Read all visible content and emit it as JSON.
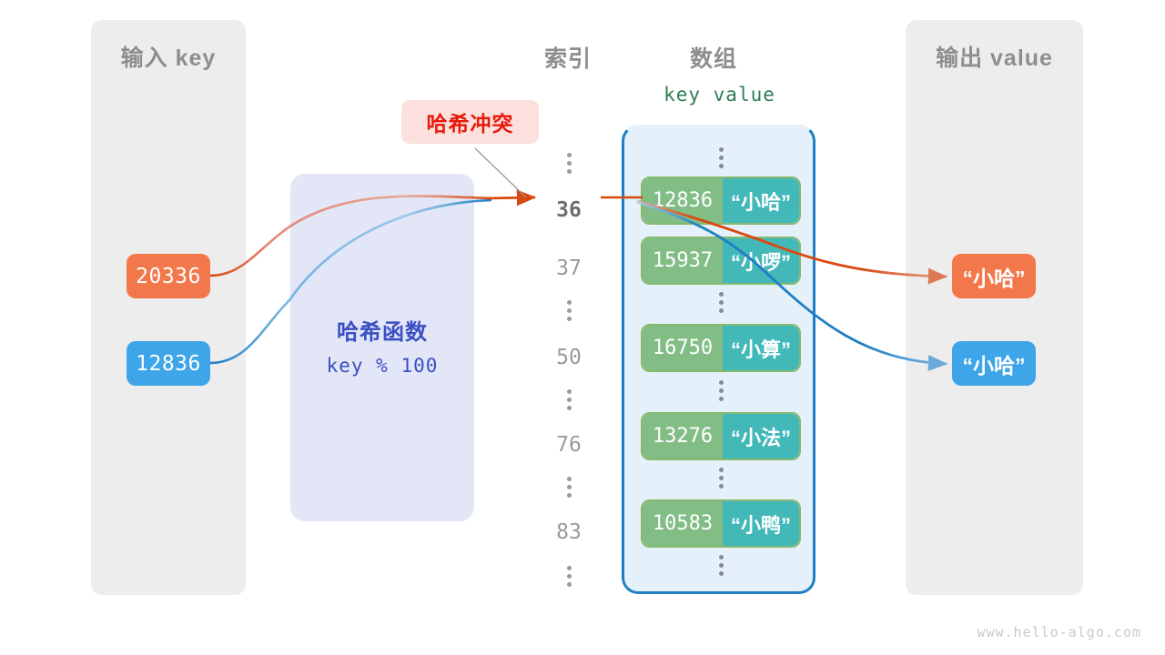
{
  "panels": {
    "input": {
      "title": "输入 key"
    },
    "output": {
      "title": "输出 value"
    }
  },
  "headings": {
    "index": "索引",
    "array": "数组",
    "kv": "key  value"
  },
  "hash_function": {
    "title": "哈希函数",
    "expression": "key % 100"
  },
  "collision": {
    "label": "哈希冲突"
  },
  "inputs": [
    {
      "key": "20336",
      "color": "#f2784b"
    },
    {
      "key": "12836",
      "color": "#3da5e8"
    }
  ],
  "outputs": [
    {
      "value": "“小哈”",
      "color": "#f2784b"
    },
    {
      "value": "“小哈”",
      "color": "#3da5e8"
    }
  ],
  "index_column": [
    {
      "type": "dots"
    },
    {
      "type": "index",
      "label": "36",
      "highlight": true
    },
    {
      "type": "index",
      "label": "37",
      "highlight": false
    },
    {
      "type": "dots"
    },
    {
      "type": "index",
      "label": "50",
      "highlight": false
    },
    {
      "type": "dots"
    },
    {
      "type": "index",
      "label": "76",
      "highlight": false
    },
    {
      "type": "dots"
    },
    {
      "type": "index",
      "label": "83",
      "highlight": false
    },
    {
      "type": "dots"
    }
  ],
  "buckets": [
    {
      "key": "12836",
      "value": "“小哈”"
    },
    {
      "key": "15937",
      "value": "“小啰”"
    },
    {
      "key": "16750",
      "value": "“小算”"
    },
    {
      "key": "13276",
      "value": "“小法”"
    },
    {
      "key": "10583",
      "value": "“小鸭”"
    }
  ],
  "colors": {
    "panel_bg": "#ededed",
    "panel_title": "#8e8e8e",
    "hash_box_bg": "#e2e6f7",
    "hash_text": "#3b4fc4",
    "array_bg": "#e4f0fa",
    "array_border": "#1f7ec4",
    "key_box": "#82bd86",
    "key_border": "#86b96f",
    "value_box": "#43b8b8",
    "kv_header": "#2e7d52",
    "collision_bg": "#fbe0dd",
    "collision_text": "#e8190c",
    "orange": "#f2784b",
    "blue": "#3da5e8",
    "arrow_orange": "#d9480f",
    "arrow_blue": "#1f7ec4"
  },
  "watermark": "www.hello-algo.com"
}
